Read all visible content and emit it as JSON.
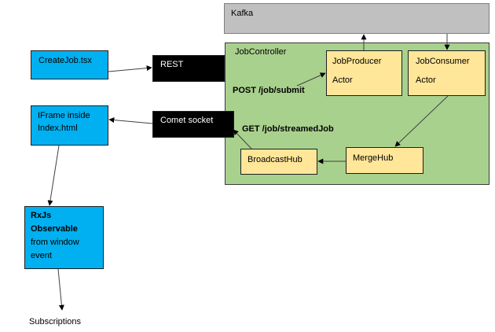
{
  "nodes": {
    "kafka": "Kafka",
    "job_controller": "JobController",
    "create_job": "CreateJob.tsx",
    "rest": "REST",
    "job_producer": "JobProducer",
    "job_producer_sub": "Actor",
    "job_consumer": "JobConsumer",
    "job_consumer_sub": "Actor",
    "iframe_line1": "IFrame inside",
    "iframe_line2": "Index.html",
    "comet_socket": "Comet socket",
    "broadcast_hub": "BroadcastHub",
    "merge_hub": "MergeHub",
    "rxjs_line1": "RxJs",
    "rxjs_line2": "Observable",
    "rxjs_line3": "from window",
    "rxjs_line4": "event",
    "subscriptions": "Subscriptions"
  },
  "edge_labels": {
    "post_submit": "POST /job/submit",
    "get_streamed": "GET /job/streamedJob"
  },
  "colors": {
    "client": "#00b0f0",
    "gateway": "#000000",
    "controller": "#a9d18e",
    "actor": "#ffe699",
    "kafka": "#c0c0c0"
  }
}
